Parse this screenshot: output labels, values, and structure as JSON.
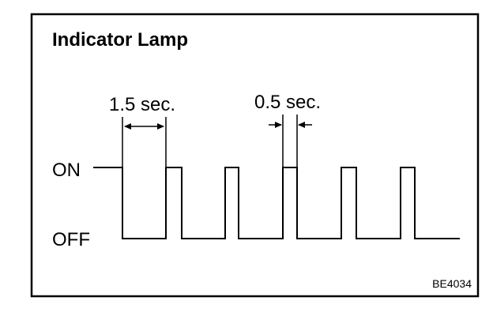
{
  "diagram": {
    "title": "Indicator Lamp",
    "level_labels": {
      "on": "ON",
      "off": "OFF"
    },
    "dimensions": {
      "long_interval": "1.5 sec.",
      "short_interval": "0.5 sec."
    },
    "figure_code": "BE4034"
  }
}
